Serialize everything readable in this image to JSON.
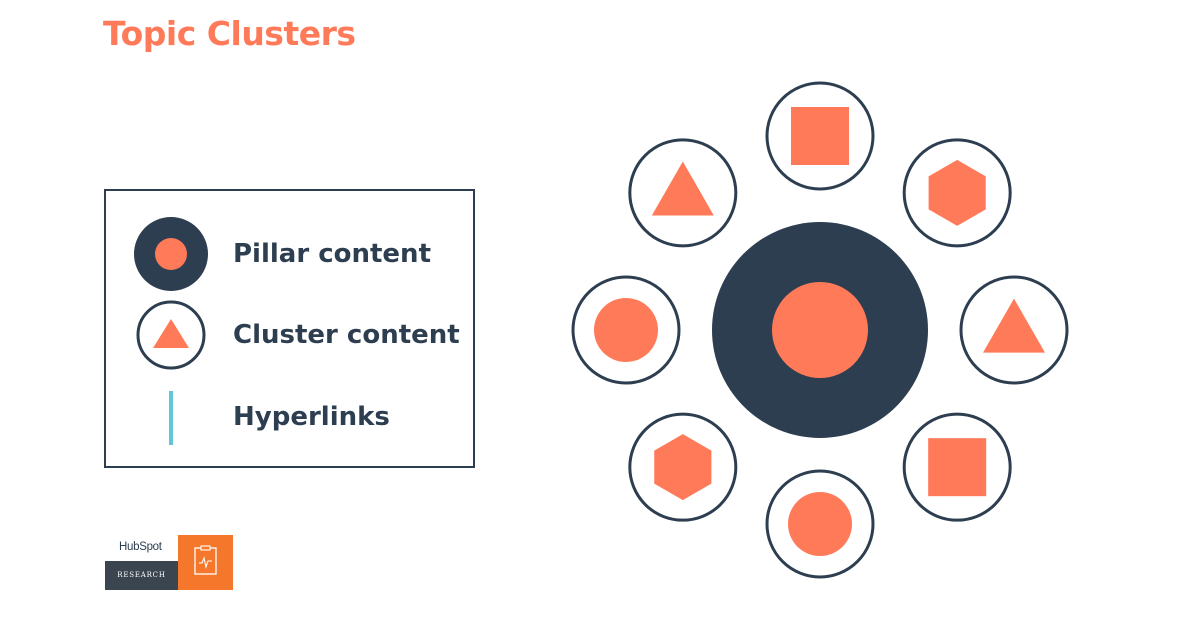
{
  "title": "Topic Clusters",
  "colors": {
    "accent": "#ff7a59",
    "dark": "#2d3e50",
    "link": "#5fc7d6",
    "logo_orange": "#f4772b"
  },
  "legend": {
    "items": [
      {
        "label": "Pillar content",
        "icon": "pillar-node-icon"
      },
      {
        "label": "Cluster content",
        "icon": "cluster-node-icon"
      },
      {
        "label": "Hyperlinks",
        "icon": "hyperlink-line-icon"
      }
    ]
  },
  "diagram": {
    "pillar": {
      "shape": "circle"
    },
    "clusters": [
      {
        "shape": "square"
      },
      {
        "shape": "hexagon"
      },
      {
        "shape": "triangle"
      },
      {
        "shape": "square"
      },
      {
        "shape": "circle"
      },
      {
        "shape": "hexagon"
      },
      {
        "shape": "circle"
      },
      {
        "shape": "triangle"
      }
    ]
  },
  "logo": {
    "brand": "HubSpot",
    "subtitle": "RESEARCH",
    "icon": "clipboard-icon"
  }
}
